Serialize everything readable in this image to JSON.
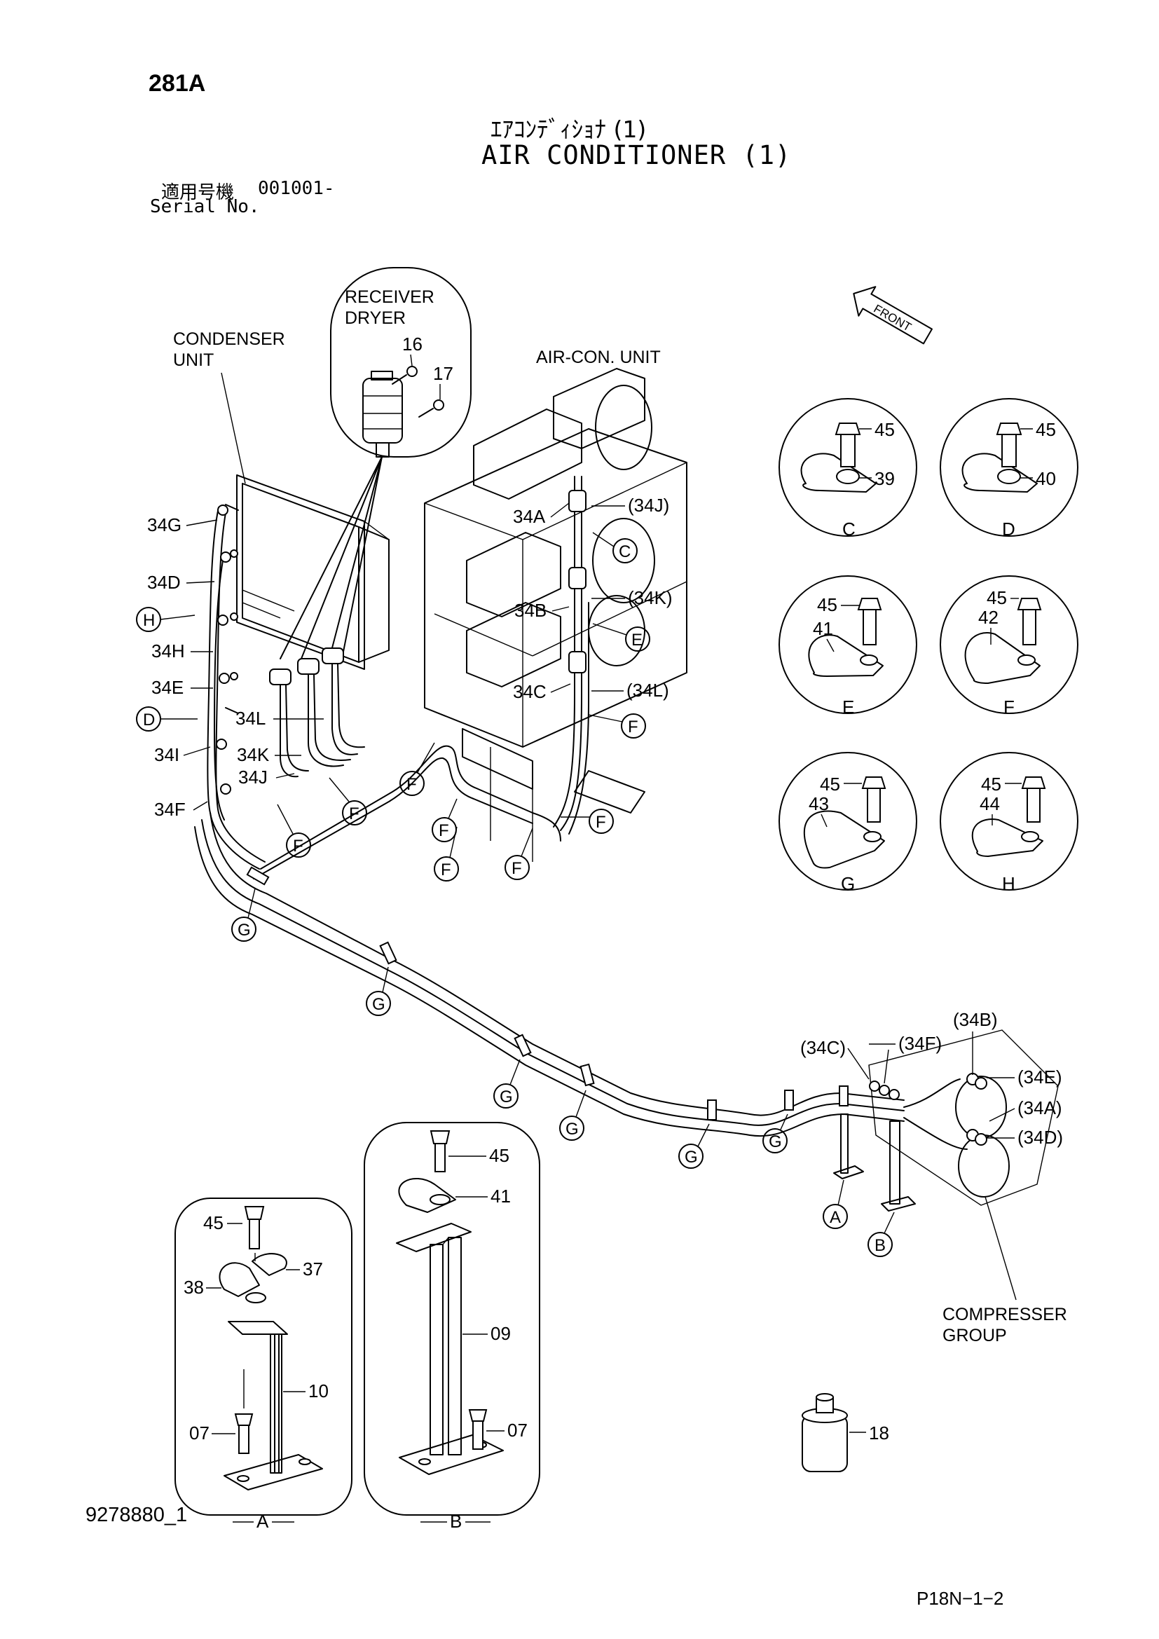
{
  "header": {
    "page_id": "281A",
    "title_jp": "ｴｱｺﾝﾃﾞｨｼｮﾅ (1)",
    "title_en": "AIR CONDITIONER (1)",
    "serial_label_jp": "適用号機",
    "serial_value": "001001-",
    "serial_label_en": "Serial No."
  },
  "footer": {
    "document_no": "9278880_1",
    "page_ref": "P18N−1−2"
  },
  "components": {
    "condenser_unit": [
      "CONDENSER",
      "UNIT"
    ],
    "receiver_dryer": [
      "RECEIVER",
      "DRYER"
    ],
    "aircon_unit": "AIR-CON.  UNIT",
    "compressor_group": [
      "COMPRESSER",
      "GROUP"
    ],
    "front_arrow": "FRONT"
  },
  "part_numbers": {
    "p16": "16",
    "p17": "17",
    "p18": "18",
    "p45": "45",
    "p39": "39",
    "p40": "40",
    "p41": "41",
    "p42": "42",
    "p43": "43",
    "p44": "44",
    "p37": "37",
    "p38": "38",
    "p10": "10",
    "p07": "07",
    "p09": "09"
  },
  "hose_labels": {
    "h34G": "34G",
    "h34D": "34D",
    "h34H": "34H",
    "h34E": "34E",
    "h34I": "34I",
    "h34F": "34F",
    "h34L": "34L",
    "h34K": "34K",
    "h34J": "34J",
    "h34A": "34A",
    "h34B": "34B",
    "h34C": "34C",
    "r34J": "(34J)",
    "r34K": "(34K)",
    "r34L": "(34L)",
    "r34C": "(34C)",
    "r34F": "(34F)",
    "r34B": "(34B)",
    "r34E": "(34E)",
    "r34A": "(34A)",
    "r34D": "(34D)"
  },
  "callouts": {
    "A": "A",
    "B": "B",
    "C": "C",
    "D": "D",
    "E": "E",
    "F": "F",
    "G": "G",
    "H": "H"
  }
}
